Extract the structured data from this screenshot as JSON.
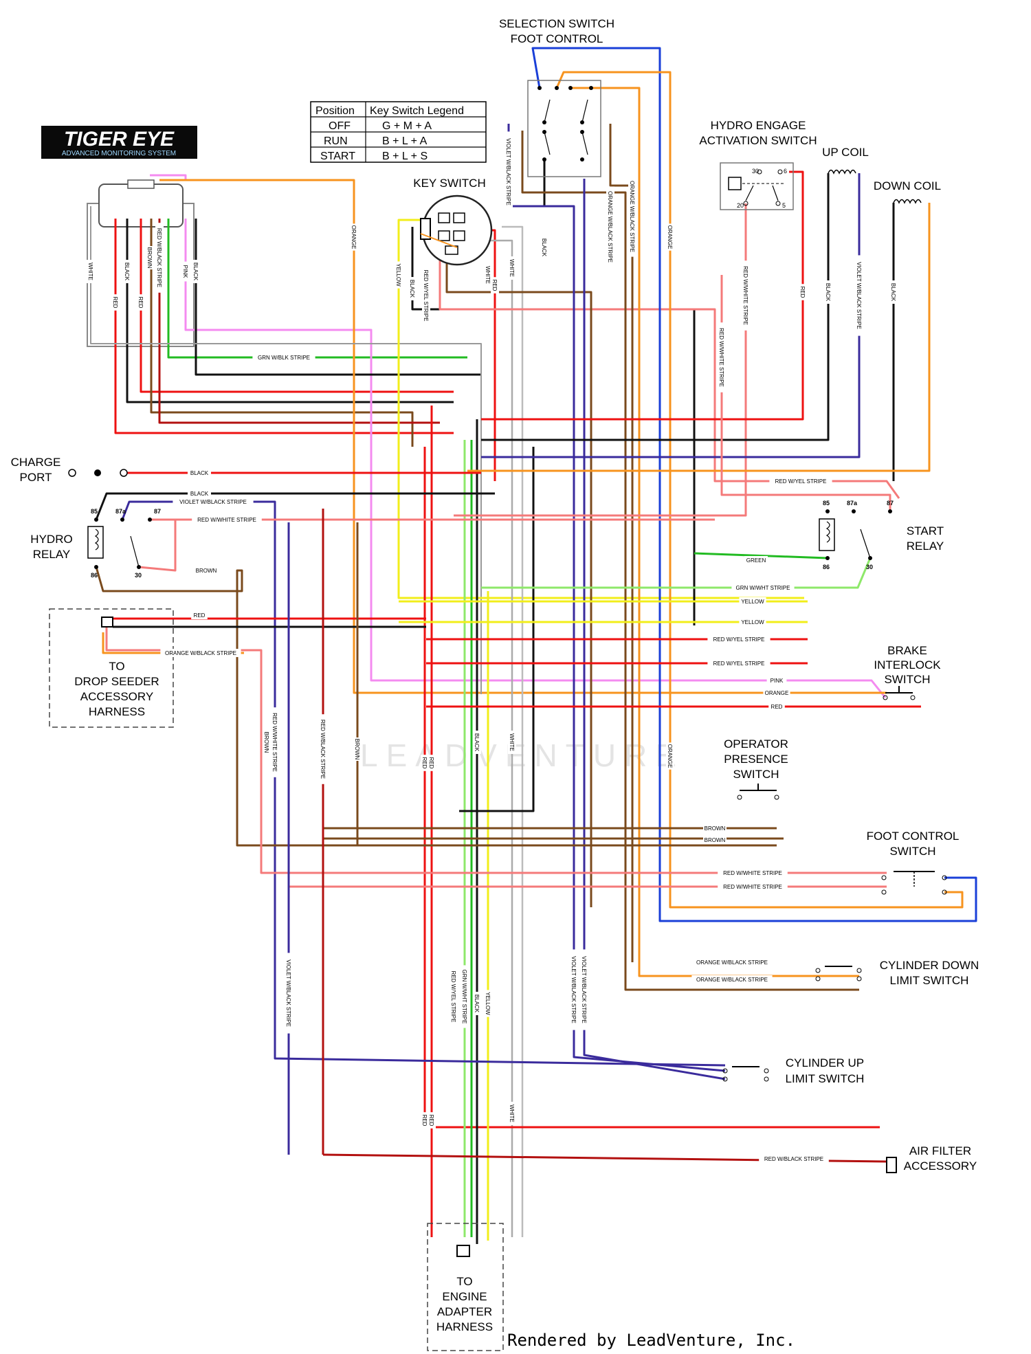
{
  "logo": {
    "line1": "TIGER EYE",
    "line2": "ADVANCED MONITORING SYSTEM"
  },
  "key_legend": {
    "headers": [
      "Position",
      "Key Switch Legend"
    ],
    "rows": [
      [
        "OFF",
        "G + M + A"
      ],
      [
        "RUN",
        "B + L + A"
      ],
      [
        "START",
        "B + L + S"
      ]
    ]
  },
  "components": {
    "selection_switch": [
      "SELECTION SWITCH",
      "FOOT CONTROL"
    ],
    "key_switch": "KEY SWITCH",
    "hydro_engage": [
      "HYDRO ENGAGE",
      "ACTIVATION SWITCH"
    ],
    "up_coil": "UP COIL",
    "down_coil": "DOWN COIL",
    "charge_port": [
      "CHARGE",
      "PORT"
    ],
    "hydro_relay": [
      "HYDRO",
      "RELAY"
    ],
    "start_relay": [
      "START",
      "RELAY"
    ],
    "drop_seeder": [
      "TO",
      "DROP SEEDER",
      "ACCESSORY",
      "HARNESS"
    ],
    "brake_interlock": [
      "BRAKE",
      "INTERLOCK",
      "SWITCH"
    ],
    "operator_presence": [
      "OPERATOR",
      "PRESENCE",
      "SWITCH"
    ],
    "foot_control": [
      "FOOT CONTROL",
      "SWITCH"
    ],
    "cylinder_down": [
      "CYLINDER DOWN",
      "LIMIT SWITCH"
    ],
    "cylinder_up": [
      "CYLINDER UP",
      "LIMIT SWITCH"
    ],
    "air_filter": [
      "AIR FILTER",
      "ACCESSORY"
    ],
    "engine_adapter": [
      "TO",
      "ENGINE",
      "ADAPTER",
      "HARNESS"
    ]
  },
  "relay_pins": {
    "hydro": [
      "85",
      "87a",
      "87",
      "86",
      "30"
    ],
    "start": [
      "85",
      "87a",
      "87",
      "86",
      "30"
    ],
    "hydro_engage": [
      "30",
      "6",
      "20",
      "5"
    ]
  },
  "wire_labels": {
    "white": "WHITE",
    "black": "BLACK",
    "red": "RED",
    "brown": "BROWN",
    "red_blk": "RED W/BLACK STRIPE",
    "pink": "PINK",
    "orange": "ORANGE",
    "yellow": "YELLOW",
    "red_yel": "RED W/YEL STRIPE",
    "grn_blk": "GRN W/BLK STRIPE",
    "grn_wht": "GRN W/WHT STRIPE",
    "green": "GREEN",
    "red_wht": "RED W/WHITE STRIPE",
    "vio_blk": "VIOLET W/BLACK STRIPE",
    "org_blk": "ORANGE W/BLACK STRIPE"
  },
  "watermark": "LEADVENTURE",
  "footer": "Rendered by LeadVenture, Inc.",
  "colors": {
    "red": "#ee1111",
    "black": "#111111",
    "orange": "#f7931e",
    "brown": "#7a4a1c",
    "yellow": "#f2ee1a",
    "green": "#22bb22",
    "pink": "#f48bf0",
    "blue": "#1a3fd8",
    "violet": "#3a2b9c",
    "darkred": "#b3100f",
    "redwhite": "#f47a7a",
    "greenwhite": "#8ee86a"
  }
}
